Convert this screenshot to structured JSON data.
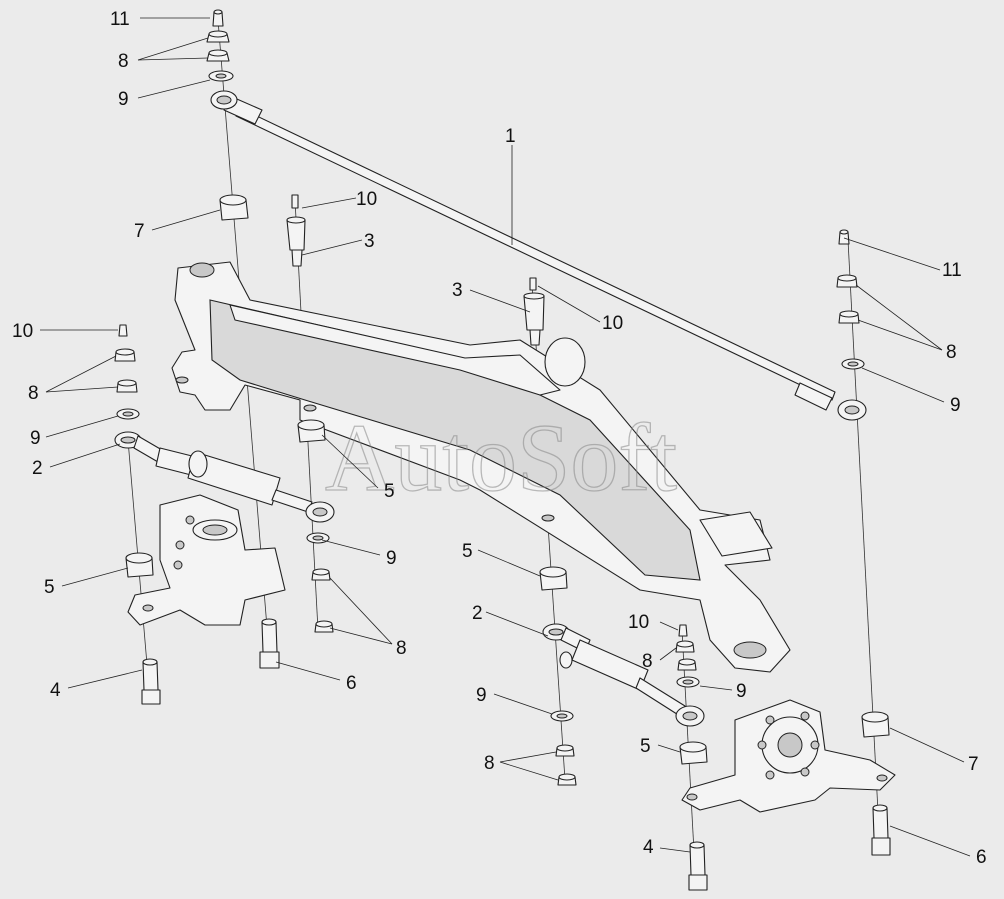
{
  "watermark": "AutoSoft",
  "callouts": [
    {
      "id": "c11a",
      "label": "11"
    },
    {
      "id": "c8a",
      "label": "8"
    },
    {
      "id": "c9a",
      "label": "9"
    },
    {
      "id": "c1",
      "label": "1"
    },
    {
      "id": "c10a",
      "label": "10"
    },
    {
      "id": "c7a",
      "label": "7"
    },
    {
      "id": "c3a",
      "label": "3"
    },
    {
      "id": "c11b",
      "label": "11"
    },
    {
      "id": "c3b",
      "label": "3"
    },
    {
      "id": "c10b",
      "label": "10"
    },
    {
      "id": "c8b",
      "label": "8"
    },
    {
      "id": "c9b",
      "label": "9"
    },
    {
      "id": "c10c",
      "label": "10"
    },
    {
      "id": "c8c",
      "label": "8"
    },
    {
      "id": "c9c",
      "label": "9"
    },
    {
      "id": "c2a",
      "label": "2"
    },
    {
      "id": "c5a",
      "label": "5"
    },
    {
      "id": "c5b",
      "label": "5"
    },
    {
      "id": "c9d",
      "label": "9"
    },
    {
      "id": "c5c",
      "label": "5"
    },
    {
      "id": "c8d",
      "label": "8"
    },
    {
      "id": "c2b",
      "label": "2"
    },
    {
      "id": "c10d",
      "label": "10"
    },
    {
      "id": "c8e",
      "label": "8"
    },
    {
      "id": "c9e",
      "label": "9"
    },
    {
      "id": "c4a",
      "label": "4"
    },
    {
      "id": "c6a",
      "label": "6"
    },
    {
      "id": "c9f",
      "label": "9"
    },
    {
      "id": "c5d",
      "label": "5"
    },
    {
      "id": "c7b",
      "label": "7"
    },
    {
      "id": "c8f",
      "label": "8"
    },
    {
      "id": "c4b",
      "label": "4"
    },
    {
      "id": "c6b",
      "label": "6"
    }
  ]
}
